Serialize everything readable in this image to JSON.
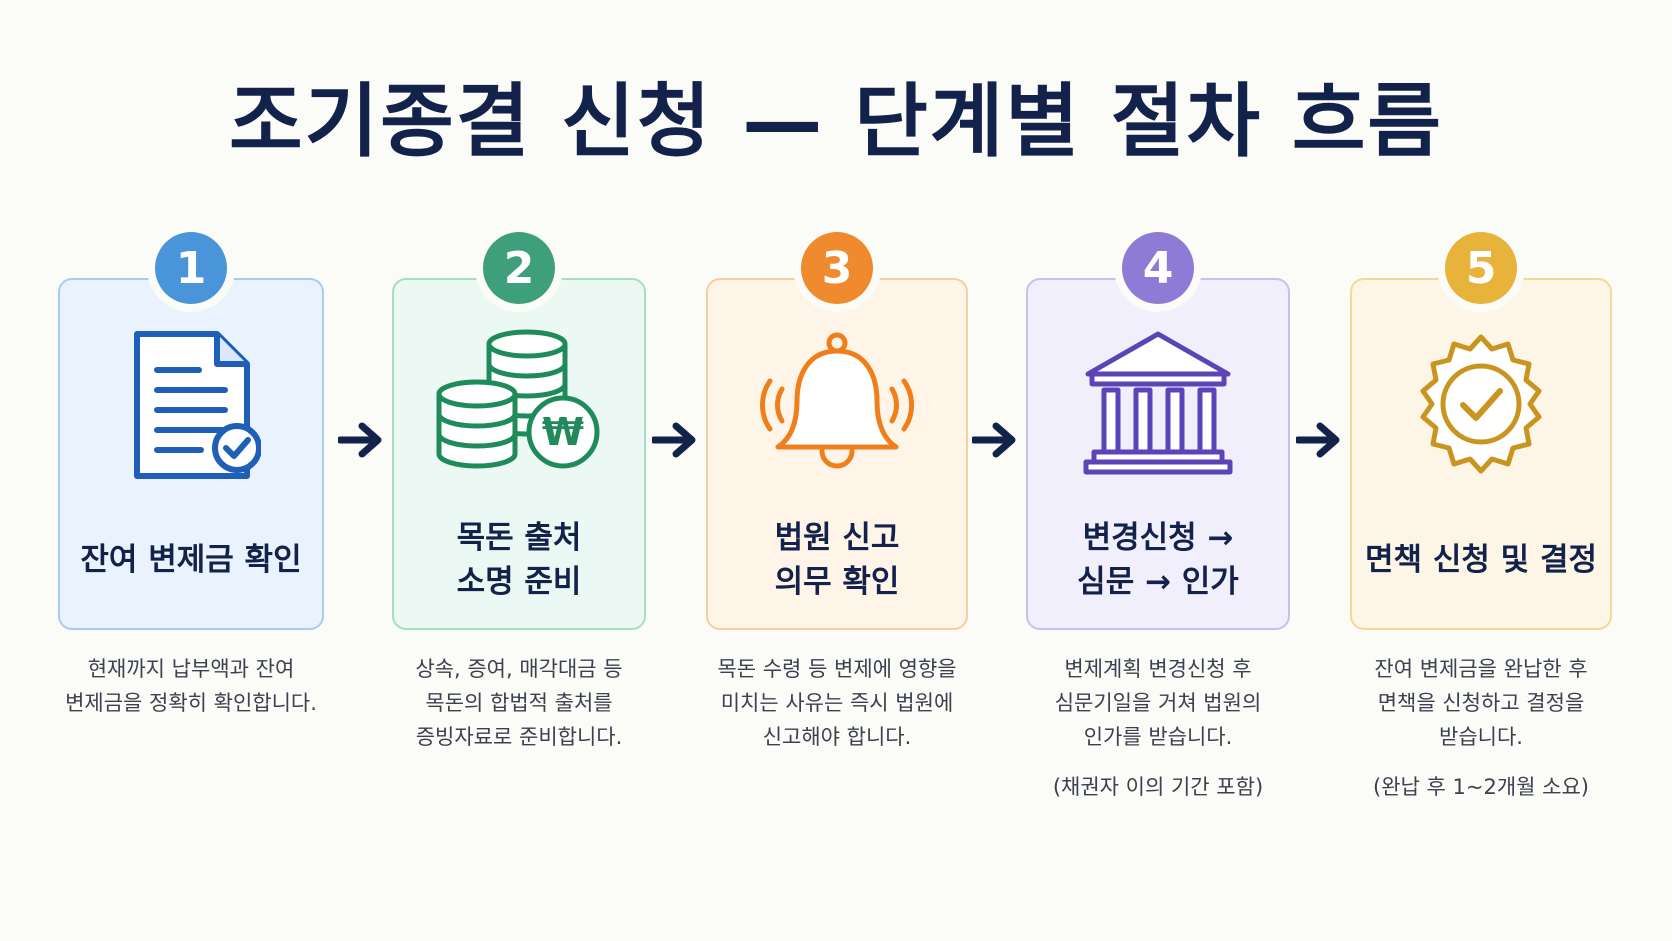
{
  "title": "조기종결 신청 — 단계별 절차 흐름",
  "steps": [
    {
      "number": "1",
      "label": "잔여 변제금 확인",
      "description": "현재까지 납부액과 잔여\n변제금을 정확히 확인합니다.",
      "note": "",
      "icon": "document-check-icon",
      "color": "#4a95d9",
      "bg": "#eaf3fd",
      "border": "#a8ccef"
    },
    {
      "number": "2",
      "label": "목돈 출처\n소명 준비",
      "description": "상속, 증여, 매각대금 등\n목돈의 합법적 출처를\n증빙자료로 준비합니다.",
      "note": "",
      "icon": "coins-won-icon",
      "color": "#3e9f7d",
      "bg": "#ecf8f3",
      "border": "#a6dcc8",
      "icon_text": "₩"
    },
    {
      "number": "3",
      "label": "법원 신고\n의무 확인",
      "description": "목돈 수령 등 변제에 영향을\n미치는 사유는 즉시 법원에\n신고해야 합니다.",
      "note": "",
      "icon": "bell-icon",
      "color": "#ef8a2e",
      "bg": "#fef4e8",
      "border": "#f6cf9f"
    },
    {
      "number": "4",
      "label": "변경신청 →\n심문 → 인가",
      "description": "변제계획 변경신청 후\n심문기일을 거쳐 법원의\n인가를 받습니다.",
      "note": "(채권자 이의 기간 포함)",
      "icon": "courthouse-icon",
      "color": "#8e7bd6",
      "bg": "#f2effc",
      "border": "#c9bfee"
    },
    {
      "number": "5",
      "label": "면책 신청 및 결정",
      "description": "잔여 변제금을 완납한 후\n면책을 신청하고 결정을\n받습니다.",
      "note": "(완납 후 1~2개월 소요)",
      "icon": "seal-check-icon",
      "color": "#e7b33a",
      "bg": "#fdf6e6",
      "border": "#f2d99a"
    }
  ],
  "arrow_color": "#13224a"
}
